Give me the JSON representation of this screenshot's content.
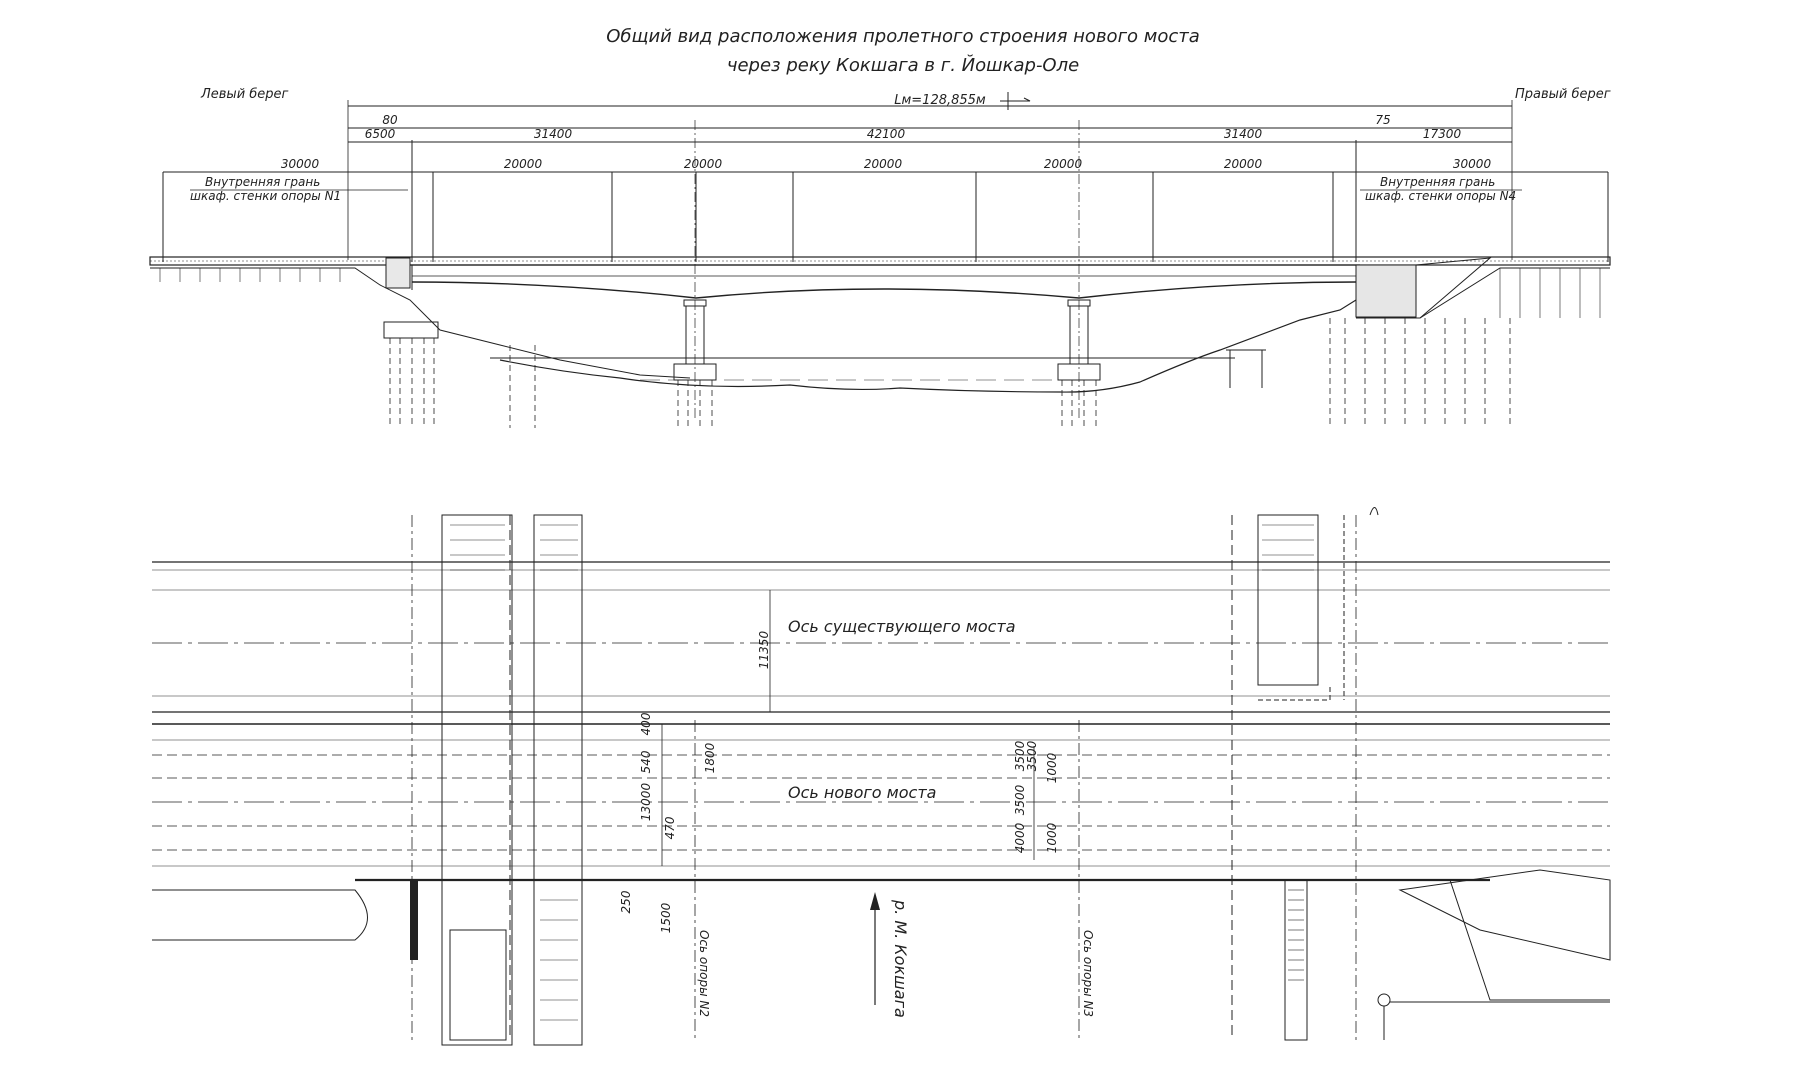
{
  "title": {
    "line1": "Общий вид расположения пролетного строения нового моста",
    "line2": "через реку Кокшага в г. Йошкар-Оле"
  },
  "elevation": {
    "left_bank": "Левый берег",
    "right_bank": "Правый берег",
    "total_length": "Lм=128,855м",
    "dims_top": [
      "80",
      "31400",
      "42100",
      "31400",
      "75"
    ],
    "dims_mid": [
      "6500",
      "17300"
    ],
    "dims_spans": [
      "30000",
      "20000",
      "20000",
      "20000",
      "20000",
      "20000",
      "30000"
    ],
    "note_left": [
      "Внутренняя грань",
      "шкаф. стенки опоры N1"
    ],
    "note_right": [
      "Внутренняя грань",
      "шкаф. стенки опоры N4"
    ]
  },
  "plan": {
    "existing_axis": "Ось существующего моста",
    "new_axis": "Ось нового моста",
    "river": "р. М. Кокшага",
    "pier2_axis": "Ось опоры N2",
    "pier3_axis": "Ось опоры N3",
    "dims_left": [
      "11350",
      "400",
      "540",
      "1800",
      "13000",
      "470",
      "250",
      "1500"
    ],
    "dims_right": [
      "3500",
      "3500",
      "1000",
      "3500",
      "4000",
      "1000"
    ]
  }
}
